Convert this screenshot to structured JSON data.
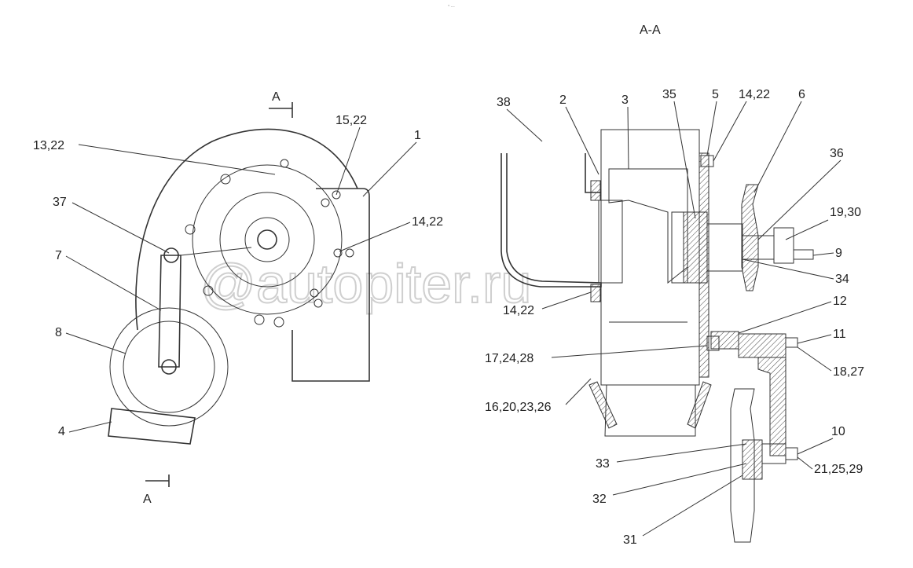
{
  "header": {
    "tiny_mark": "^ ---",
    "section_title": "A-A"
  },
  "section_marks": {
    "top": "A",
    "bottom": "A"
  },
  "watermark": "@autopiter.ru",
  "left_view_labels": [
    "13,22",
    "15,22",
    "1",
    "37",
    "14,22",
    "7",
    "8",
    "4"
  ],
  "section_view_labels": [
    "38",
    "2",
    "3",
    "35",
    "5",
    "14,22",
    "6",
    "36",
    "19,30",
    "9",
    "34",
    "12",
    "11",
    "18,27",
    "17,24,28",
    "14,22",
    "16,20,23,26",
    "10",
    "33",
    "21,25,29",
    "32",
    "31"
  ]
}
